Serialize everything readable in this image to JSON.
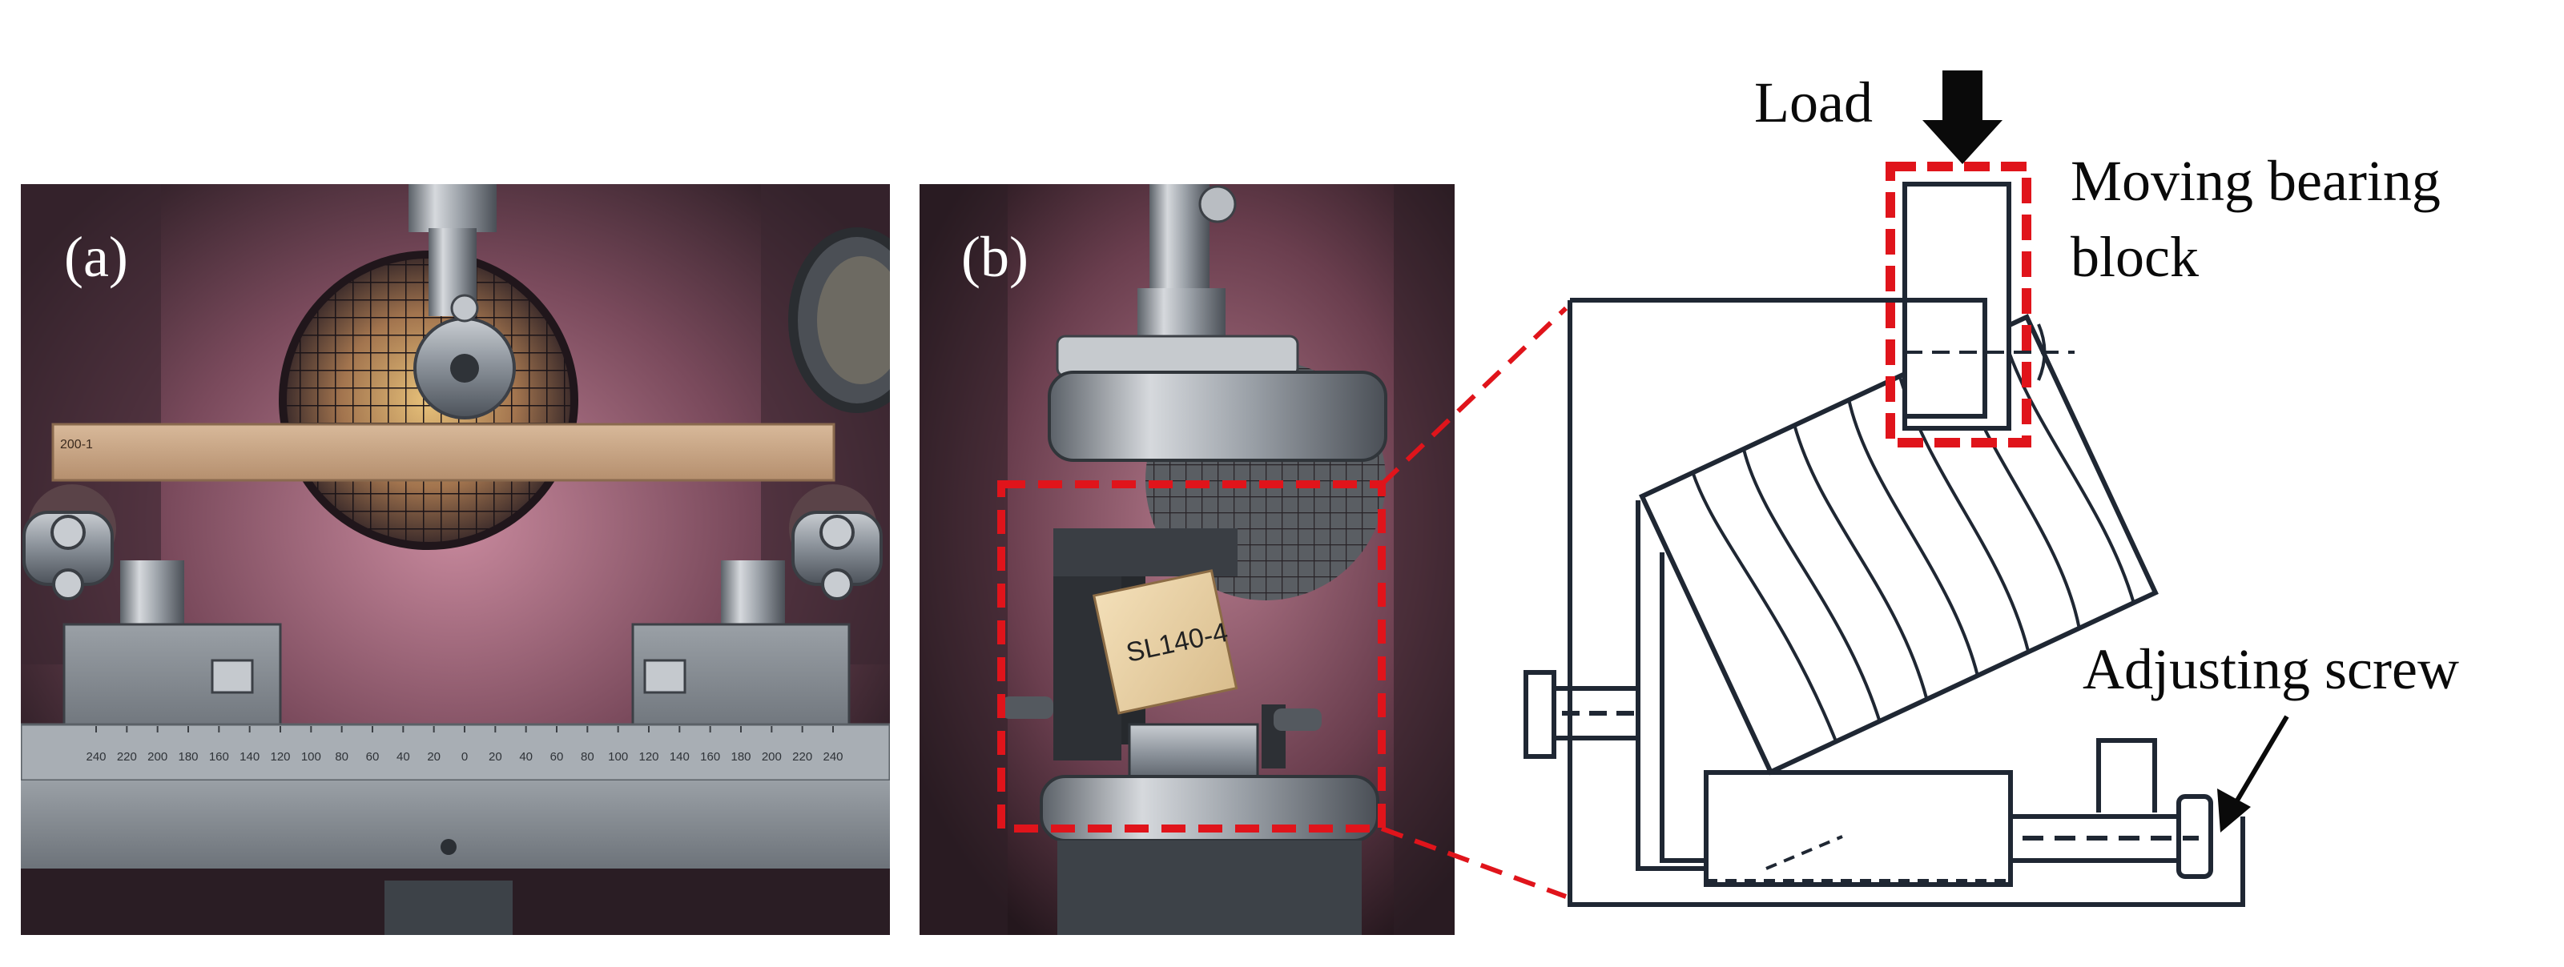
{
  "panels": {
    "a": {
      "label": "(a)"
    },
    "b": {
      "label": "(b)"
    }
  },
  "photo_a": {
    "specimen_tag": "200-1",
    "scale_ticks": [
      "240",
      "220",
      "200",
      "180",
      "160",
      "140",
      "120",
      "100",
      "80",
      "60",
      "40",
      "20",
      "0",
      "20",
      "40",
      "60",
      "80",
      "100",
      "120",
      "140",
      "160",
      "180",
      "200",
      "220",
      "240"
    ]
  },
  "photo_b": {
    "specimen_tag": "SL140-4"
  },
  "diagram": {
    "load_label": "Load",
    "bearing_label_line1": "Moving bearing",
    "bearing_label_line2": "block",
    "screw_label": "Adjusting screw"
  },
  "colors": {
    "highlight_red": "#e0141b",
    "line_dark": "#1f2733",
    "photo_bg": "#3a2530"
  }
}
